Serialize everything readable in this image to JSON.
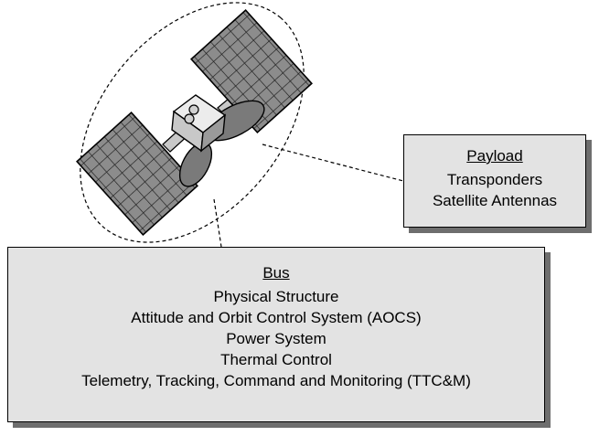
{
  "payload": {
    "title": "Payload",
    "items": [
      "Transponders",
      "Satellite Antennas"
    ]
  },
  "bus": {
    "title": "Bus",
    "items": [
      "Physical Structure",
      "Attitude and Orbit Control System (AOCS)",
      "Power System",
      "Thermal Control",
      "Telemetry, Tracking, Command and Monitoring (TTC&M)"
    ]
  },
  "colors": {
    "box_fill": "#e3e3e3",
    "shadow": "#6e6e6e",
    "panel_fill": "#8c8c8c",
    "antenna_fill": "#7a7a7a",
    "body_fill": "#c8c8c8"
  },
  "icons": {
    "satellite": "satellite-icon"
  }
}
